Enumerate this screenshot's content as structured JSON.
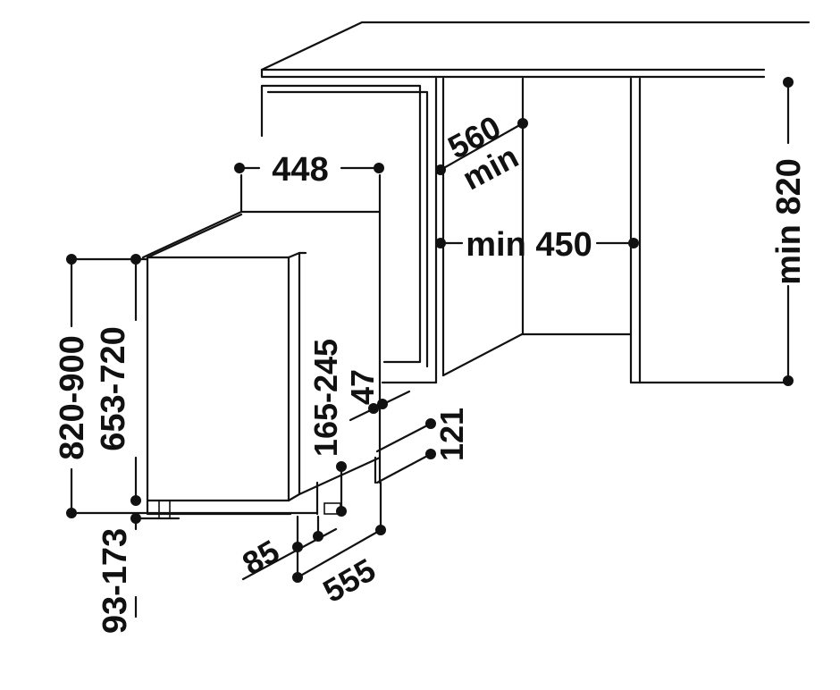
{
  "dimensions": {
    "cabinet_width_min": "min 450",
    "cabinet_depth_min_value": "560",
    "cabinet_depth_min_unit": "min",
    "cabinet_height_min": "min 820",
    "appliance_width": "448",
    "total_height_range": "820-900",
    "door_height_range": "653-720",
    "plinth_height_range": "93-173",
    "door_offset_range": "165-245",
    "rear_gap": "47",
    "foot_height": "121",
    "plinth_depth": "85",
    "appliance_depth": "555"
  }
}
